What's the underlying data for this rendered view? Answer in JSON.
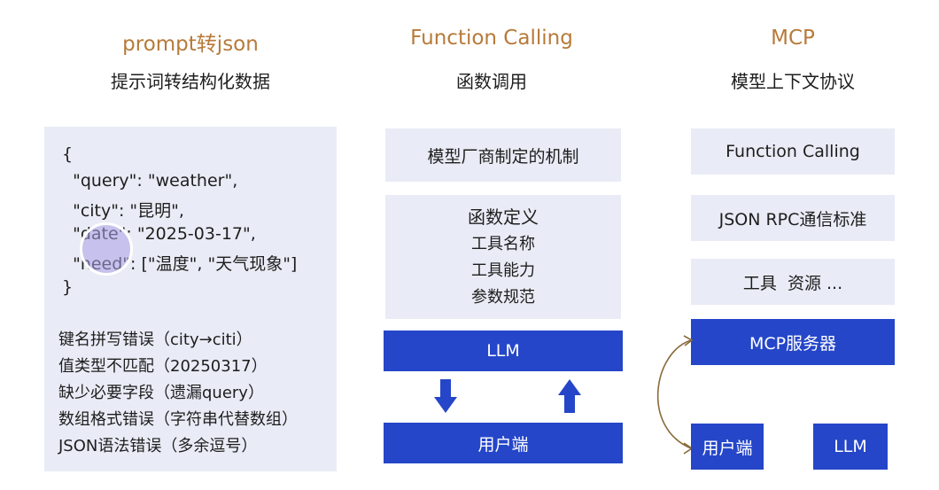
{
  "columns": [
    {
      "title": "prompt转json",
      "subtitle": "提示词转结构化数据"
    },
    {
      "title": "Function Calling",
      "subtitle": "函数调用"
    },
    {
      "title": "MCP",
      "subtitle": "模型上下文协议"
    }
  ],
  "json_example": {
    "lines": [
      "{",
      "  \"query\": \"weather\",",
      "  \"city\": \"昆明\",",
      "  \"date\": \"2025-03-17\",",
      "  \"need\": [\"温度\", \"天气现象\"]",
      "}"
    ]
  },
  "errors": [
    "键名拼写错误（city→citi）",
    "值类型不匹配（20250317）",
    "缺少必要字段（遗漏query）",
    "数组格式错误（字符串代替数组）",
    "JSON语法错误（多余逗号）"
  ],
  "function_calling": {
    "vendor_mechanism": "模型厂商制定的机制",
    "definition_title": "函数定义",
    "definition_items": [
      "工具名称",
      "工具能力",
      "参数规范"
    ],
    "llm": "LLM",
    "client": "用户端"
  },
  "mcp": {
    "layers": [
      "Function Calling",
      "JSON RPC通信标准",
      "工具  资源 ..."
    ],
    "server": "MCP服务器",
    "client": "用户端",
    "llm": "LLM"
  },
  "colors": {
    "accent_title": "#b77a3a",
    "blue": "#2546c8",
    "panel": "#e9ecf6"
  },
  "icons": [
    "arrow-down-icon",
    "arrow-up-icon",
    "curved-arrow-icon"
  ]
}
